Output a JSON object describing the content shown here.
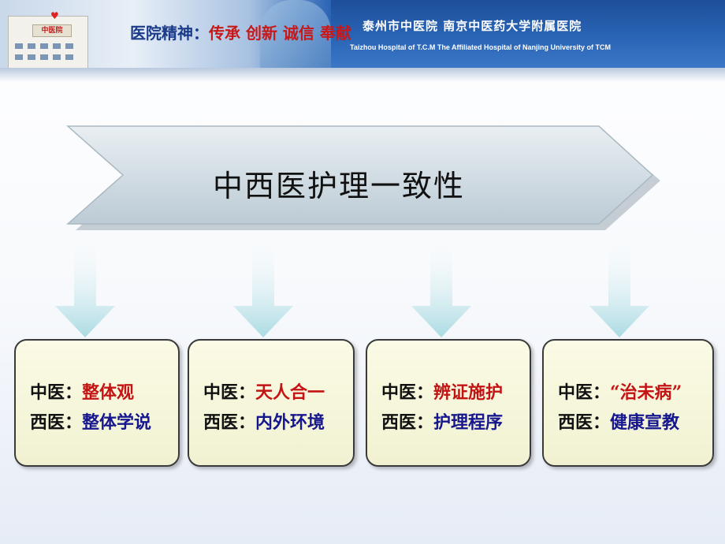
{
  "header": {
    "slogan_prefix": "医院精神：",
    "slogan_values": "传承 创新 诚信 奉献",
    "building_sign": "中医院",
    "hospital_name": "泰州市中医院  南京中医药大学附属医院",
    "hospital_name_en": "Taizhou Hospital of T.C.M  The Affiliated Hospital of Nanjing University of TCM"
  },
  "title": "中西医护理一致性",
  "colors": {
    "tcm_value": "#c41313",
    "western_value": "#16168f",
    "arrow_fill": "#c6d6e0",
    "down_arrow": "#b8e0e6"
  },
  "boxes": [
    {
      "tcm_label": "中医：",
      "tcm_value": "整体观",
      "west_label": "西医：",
      "west_value": "整体学说"
    },
    {
      "tcm_label": "中医：",
      "tcm_value": "天人合一",
      "west_label": "西医：",
      "west_value": "内外环境"
    },
    {
      "tcm_label": "中医：",
      "tcm_value": "辨证施护",
      "west_label": "西医：",
      "west_value": "护理程序"
    },
    {
      "tcm_label": "中医：",
      "tcm_value": "“治未病”",
      "west_label": "西医：",
      "west_value": "健康宣教"
    }
  ]
}
